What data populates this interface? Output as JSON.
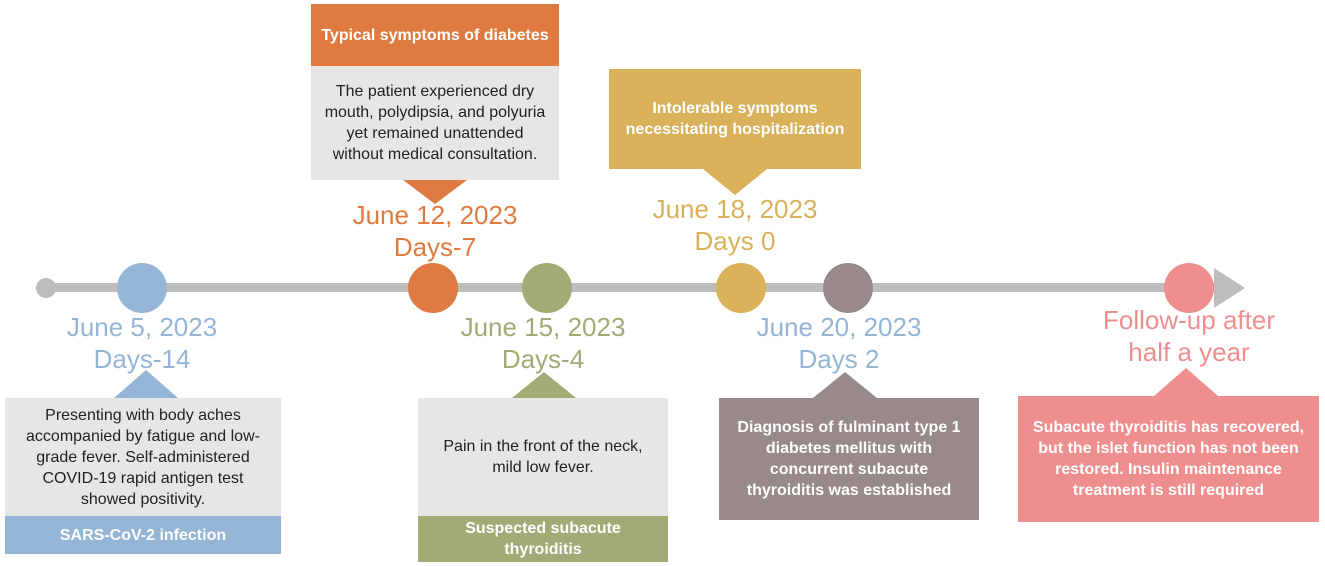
{
  "colors": {
    "blue": "#94b5d5",
    "orange": "#df7b40",
    "green": "#a2aa76",
    "yellow": "#d9b15a",
    "taupe": "#978a89",
    "pink": "#ef8e8e",
    "axis": "#bdbdbd",
    "gray_box": "#e6e6e6"
  },
  "events": [
    {
      "date": "June 5, 2023",
      "day": "Days-14",
      "description": "Presenting with body aches accompanied by fatigue and low-grade fever. Self-administered COVID-19 rapid antigen test showed positivity.",
      "label": "SARS-CoV-2 infection"
    },
    {
      "date": "June 12, 2023",
      "day": "Days-7",
      "label": "Typical symptoms of diabetes",
      "description": "The patient experienced dry mouth, polydipsia, and polyuria yet remained unattended without medical consultation."
    },
    {
      "date": "June 15, 2023",
      "day": "Days-4",
      "description": "Pain in the front of the neck, mild low fever.",
      "label": "Suspected subacute thyroiditis"
    },
    {
      "date": "June 18, 2023",
      "day": "Days 0",
      "label": "Intolerable symptoms necessitating hospitalization"
    },
    {
      "date": "June 20, 2023",
      "day": "Days 2",
      "label": "Diagnosis of fulminant type 1 diabetes mellitus with concurrent subacute thyroiditis was established"
    },
    {
      "date": "Follow-up after",
      "day": "half a year",
      "label": "Subacute thyroiditis has recovered, but the islet function has not been restored. Insulin maintenance treatment is still required"
    }
  ]
}
